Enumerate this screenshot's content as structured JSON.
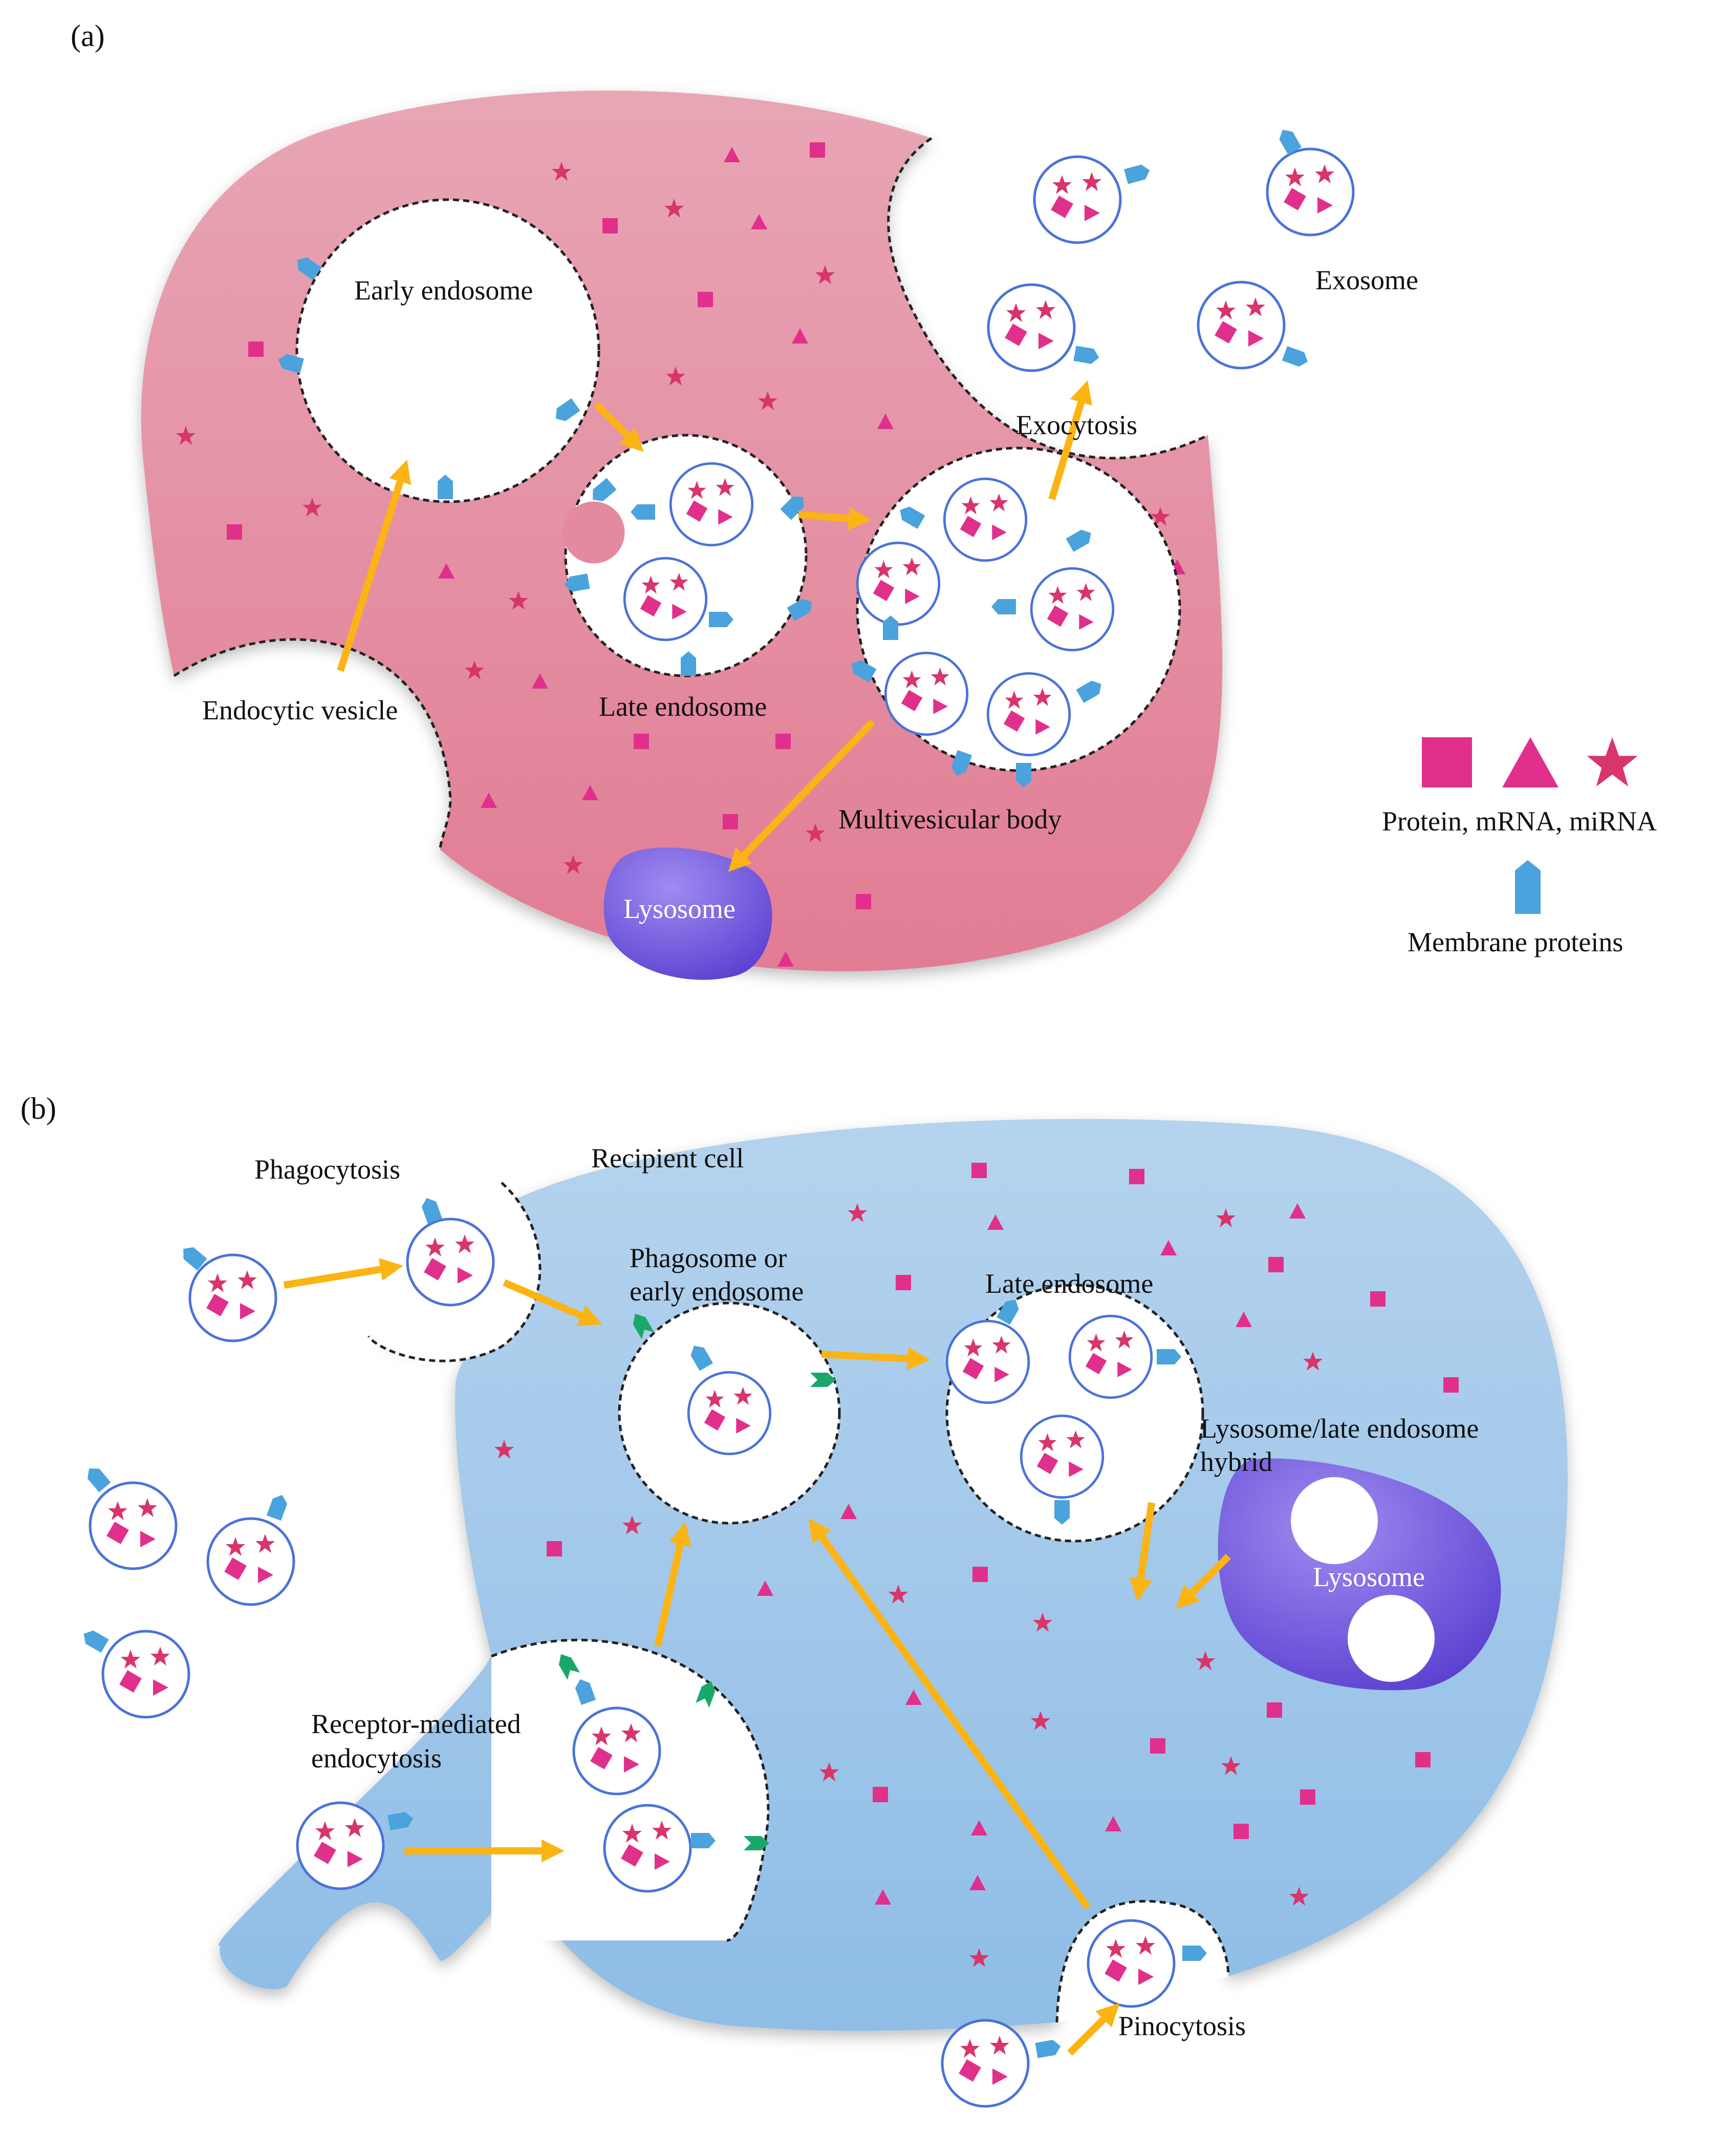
{
  "panel_a": {
    "tag": "(a)",
    "labels": {
      "early_endosome": "Early endosome",
      "late_endosome": "Late endosome",
      "multivesicular_body": "Multivesicular body",
      "endocytic_vesicle": "Endocytic vesicle",
      "exocytosis": "Exocytosis",
      "exosome": "Exosome",
      "lysosome": "Lysosome"
    },
    "legend": {
      "cargo": "Protein, mRNA, miRNA",
      "membrane": "Membrane proteins"
    }
  },
  "panel_b": {
    "tag": "(b)",
    "labels": {
      "recipient_cell": "Recipient cell",
      "phagocytosis": "Phagocytosis",
      "phagosome_line1": "Phagosome or",
      "phagosome_line2": "early endosome",
      "late_endosome": "Late endosome",
      "hybrid_line1": "Lysosome/late endosome",
      "hybrid_line2": "hybrid",
      "lysosome": "Lysosome",
      "receptor_line1": "Receptor-mediated",
      "receptor_line2": "endocytosis",
      "pinocytosis": "Pinocytosis"
    }
  },
  "colors": {
    "cell_a": "#e48a9e",
    "cell_b": "#a7cbe9",
    "cargo": "#e0308c",
    "membrane_protein": "#4aa3dc",
    "receptor": "#1aa86a",
    "arrow": "#fbb414",
    "lysosome": "#7a5fdc",
    "vesicle_outline": "#4a72d9"
  }
}
